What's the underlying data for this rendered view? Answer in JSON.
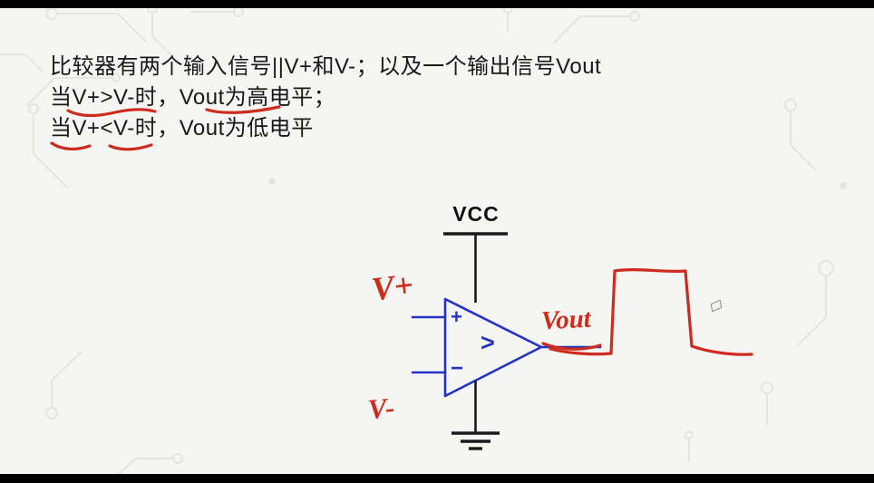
{
  "colors": {
    "background": "#f5f5f3",
    "letterbox": "#000000",
    "ink_red": "#cf2b1d",
    "circuit_blue": "#2433c6",
    "ink_black": "#191919",
    "trace_gray": "#e4e4e2"
  },
  "notes": {
    "line1": "比较器有两个输入信号||V+和V-；以及一个输出信号Vout",
    "line2": "当V+>V-时，Vout为高电平；",
    "line3": "当V+<V-时，Vout为低电平"
  },
  "schematic": {
    "vcc_label": "VCC",
    "noninverting_input_sign": "+",
    "inverting_input_sign": "−",
    "comparator_symbol": ">"
  },
  "handwriting": {
    "v_plus_label": "V+",
    "v_minus_label": "V-",
    "v_out_label": "Vout"
  }
}
